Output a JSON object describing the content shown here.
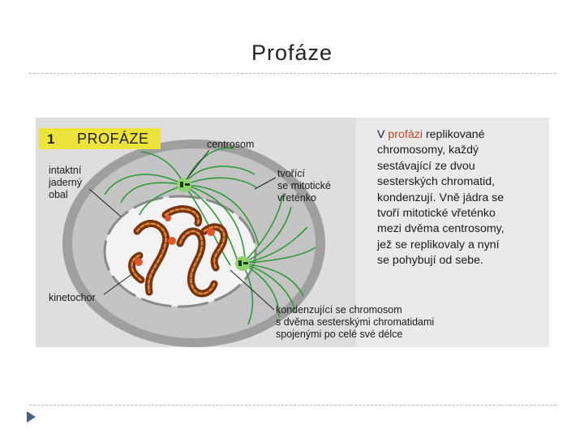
{
  "slide": {
    "title": "Profáze"
  },
  "figure": {
    "stage_number": "1",
    "stage_name": "PROFÁZE",
    "labels": {
      "centrosome": "centrosom",
      "envelope": [
        "intaktní",
        "jaderný",
        "obal"
      ],
      "spindle": [
        "tvořící",
        "se mitotické",
        "vřeténko"
      ],
      "kinetochore": "kinetochor",
      "chromosome": [
        "kondenzující se chromosom",
        "s  dvěma sesterskými chromatidami",
        "spojenými po celé své délce"
      ]
    },
    "description": {
      "lead": "V ",
      "highlight": "profázi",
      "lines": [
        " replikované",
        "chromosomy, každý",
        "sestávající ze dvou",
        "sesterských chromatid,",
        "kondenzují. Vně jádra se",
        "tvoří mitotické vřeténko",
        "mezi dvěma centrosomy,",
        "jež se  replikovaly a nyní",
        "se pohybují od sebe."
      ]
    },
    "colors": {
      "panel": "#dcdcdc",
      "badge": "#ece43a",
      "cell": "#9e9e9e",
      "cytoplasm": "#bdbdbd",
      "nucleus": "#f2f2f2",
      "spindle": "#2f9a3a",
      "chromatid": "#8a3a12",
      "chromatid_stripe": "#e08a3a",
      "kinetochore": "#e0552a",
      "highlight_text": "#b8452a"
    }
  },
  "footer": {
    "bullet_icon": "triangle-bullet-icon"
  }
}
